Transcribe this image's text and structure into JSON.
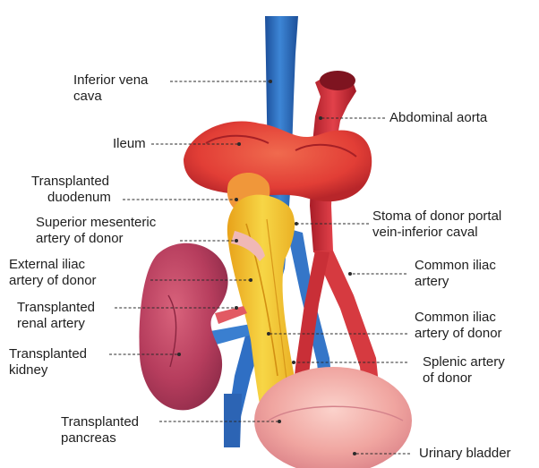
{
  "figure": {
    "labels": {
      "ivc": [
        "Inferior vena",
        "cava"
      ],
      "aorta": [
        "Abdominal aorta"
      ],
      "ileum": [
        "Ileum"
      ],
      "duodenum": [
        "Transplanted",
        "duodenum"
      ],
      "sma": [
        "Superior mesenteric",
        "artery of donor"
      ],
      "stoma": [
        "Stoma of donor portal",
        "vein-inferior caval"
      ],
      "ext_iliac": [
        "External iliac",
        "artery of donor"
      ],
      "common_iliac": [
        "Common iliac",
        "artery"
      ],
      "renal_artery": [
        "Transplanted",
        "renal artery"
      ],
      "common_iliac_donor": [
        "Common iliac",
        "artery of donor"
      ],
      "kidney": [
        "Transplanted",
        "kidney"
      ],
      "splenic": [
        "Splenic artery",
        "of donor"
      ],
      "pancreas": [
        "Transplanted",
        "pancreas"
      ],
      "bladder": [
        "Urinary bladder"
      ]
    },
    "colors": {
      "vein_blue": "#2f6fc4",
      "artery_red": "#d42e33",
      "ileum_red": "#e0463c",
      "pancreas_yellow": "#f2c227",
      "kidney_pink": "#b8405f",
      "bladder_pink": "#f0a9a3"
    }
  }
}
